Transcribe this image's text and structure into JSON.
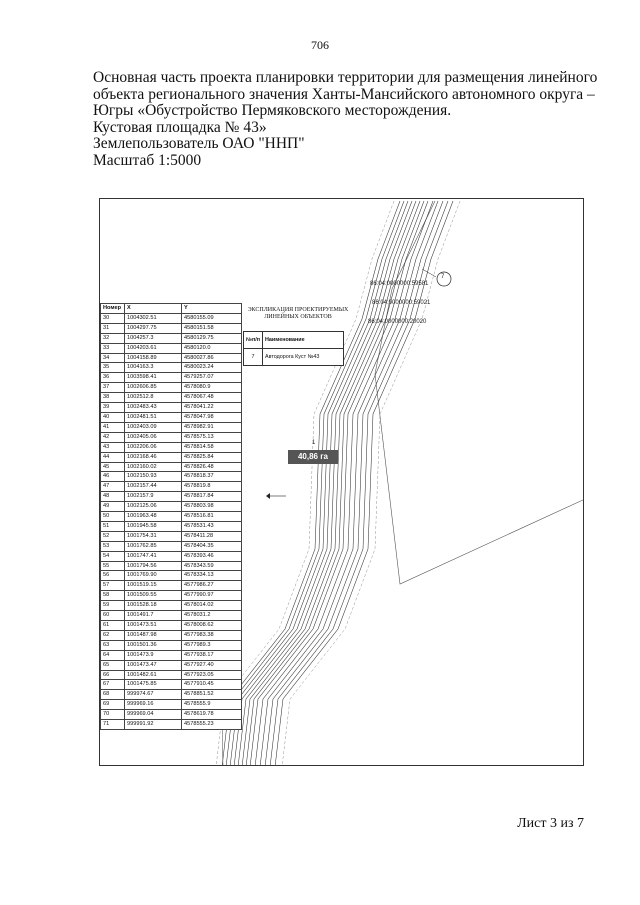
{
  "page": {
    "number": "706"
  },
  "heading": {
    "lines": [
      "Основная часть проекта планировки территории для размещения линейного",
      "объекта регионального значения Ханты-Мансийского автономного округа –",
      "Югры «Обустройство Пермяковского месторождения.",
      "Кустовая площадка № 43»",
      "Землепользователь ОАО \"ННП\"",
      "Масштаб 1:5000"
    ]
  },
  "map": {
    "legend_title": [
      "ЭКСПЛИКАЦИЯ ПРОЕКТИРУЕМЫХ",
      "ЛИНЕЙНЫХ ОБЪЕКТОВ"
    ],
    "legend_headers": {
      "num": "№п/п",
      "name": "Наименование"
    },
    "legend_rows": [
      {
        "num": "7",
        "name": "Автодорога Куст №43"
      }
    ],
    "area_label": "40,86 га",
    "callout_number": "7",
    "cadastral_labels": [
      "86:04:0000000:59581",
      "86:04:0000000:59021",
      "86:04:0000000:20020"
    ],
    "point_marker": "1",
    "coord_headers": {
      "num": "Номер",
      "x": "X",
      "y": "Y"
    },
    "coords": [
      [
        "30",
        "1004302.51",
        "4580155.09"
      ],
      [
        "31",
        "1004297.75",
        "4580151.58"
      ],
      [
        "32",
        "1004257.3",
        "4580129.75"
      ],
      [
        "33",
        "1004203.61",
        "4580120.0"
      ],
      [
        "34",
        "1004158.89",
        "4580027.86"
      ],
      [
        "35",
        "1004163.3",
        "4580023.24"
      ],
      [
        "36",
        "1003598.41",
        "4579257.07"
      ],
      [
        "37",
        "1002606.85",
        "4578080.9"
      ],
      [
        "38",
        "1002512.8",
        "4578067.48"
      ],
      [
        "39",
        "1002483.43",
        "4578041.22"
      ],
      [
        "40",
        "1002481.51",
        "4578047.98"
      ],
      [
        "41",
        "1002403.09",
        "4578982.91"
      ],
      [
        "42",
        "1002405.06",
        "4578575.13"
      ],
      [
        "43",
        "1002206.06",
        "4578814.58"
      ],
      [
        "44",
        "1002168.46",
        "4578825.84"
      ],
      [
        "45",
        "1002160.02",
        "4578826.48"
      ],
      [
        "46",
        "1002150.93",
        "4578818.37"
      ],
      [
        "47",
        "1002157.44",
        "4578819.8"
      ],
      [
        "48",
        "1002157.9",
        "4578817.84"
      ],
      [
        "49",
        "1002125.06",
        "4578803.98"
      ],
      [
        "50",
        "1001963.48",
        "4578516.81"
      ],
      [
        "51",
        "1001945.58",
        "4578531.43"
      ],
      [
        "52",
        "1001754.31",
        "4578411.28"
      ],
      [
        "53",
        "1001762.85",
        "4578404.35"
      ],
      [
        "54",
        "1001747.41",
        "4578393.46"
      ],
      [
        "55",
        "1001794.56",
        "4578343.59"
      ],
      [
        "56",
        "1001769.90",
        "4578334.13"
      ],
      [
        "57",
        "1001519.15",
        "4577986.27"
      ],
      [
        "58",
        "1001509.55",
        "4577990.97"
      ],
      [
        "59",
        "1001528.18",
        "4578014.02"
      ],
      [
        "60",
        "1001491.7",
        "4578031.2"
      ],
      [
        "61",
        "1001473.51",
        "4578008.62"
      ],
      [
        "62",
        "1001487.98",
        "4577983.38"
      ],
      [
        "63",
        "1001501.36",
        "4577989.3"
      ],
      [
        "64",
        "1001473.9",
        "4577938.17"
      ],
      [
        "65",
        "1001473.47",
        "4577927.40"
      ],
      [
        "66",
        "1001482.61",
        "4577923.05"
      ],
      [
        "67",
        "1001475.85",
        "4577910.45"
      ],
      [
        "68",
        "999974.67",
        "4578851.52"
      ],
      [
        "69",
        "999969.16",
        "4578555.9"
      ],
      [
        "70",
        "999969.04",
        "4578619.78"
      ],
      [
        "71",
        "999991.92",
        "4578555.23"
      ]
    ]
  },
  "footer": {
    "sheet": "Лист 3 из 7"
  },
  "colors": {
    "roads": "#333333",
    "boundary": "#555555"
  }
}
